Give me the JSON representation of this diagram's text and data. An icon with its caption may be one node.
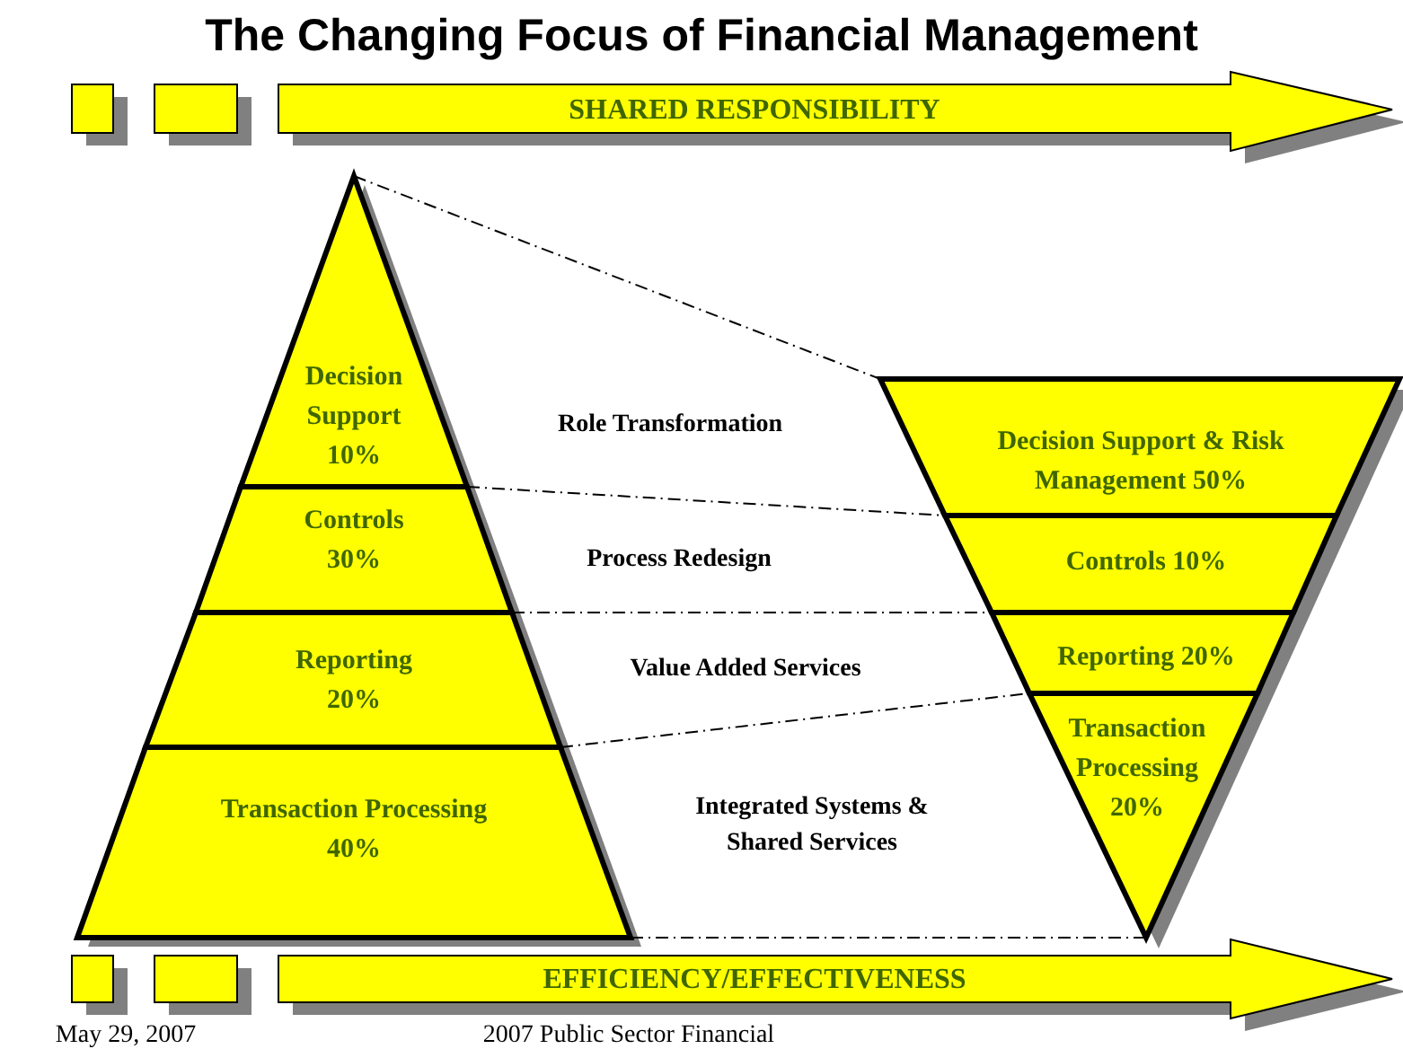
{
  "diagram": {
    "title": "The Changing Focus of Financial Management",
    "nodes": [
      {
        "text": [],
        "shape": "box"
      },
      {
        "text": [],
        "shape": "box"
      },
      {
        "text": [
          "SHARED RESPONSIBILITY"
        ]
      },
      {
        "text": [
          "Decision Support 10%"
        ]
      },
      {
        "text": [
          "Controls 30%"
        ]
      },
      {
        "text": [
          "Reporting 20%"
        ]
      },
      {
        "text": [
          "Transaction Processing 40%"
        ]
      },
      {
        "text": [
          "Decision Support & Risk Management 50%"
        ]
      },
      {
        "text": [
          "Controls 10%"
        ]
      },
      {
        "text": [
          "Reporting 20%"
        ]
      },
      {
        "text": [
          "Transaction Processing 20%"
        ]
      },
      {
        "text": [],
        "shape": "box"
      },
      {
        "text": [],
        "shape": "box"
      },
      {
        "text": [
          "EFFICIENCY/EFFECTIVENESS"
        ]
      }
    ],
    "edges": [
      {
        "from": 3,
        "to": 7,
        "arrow": "none",
        "style": "dashed"
      },
      {
        "from": 4,
        "to": 8,
        "arrow": "none",
        "style": "dashed"
      },
      {
        "from": 5,
        "to": 9,
        "arrow": "none",
        "style": "dashed"
      },
      {
        "from": 6,
        "to": 10,
        "arrow": "none",
        "style": "dashed"
      },
      {
        "from": 6,
        "to": 10,
        "arrow": "none",
        "style": "dashed"
      }
    ],
    "labels": [
      "Role Transformation",
      "Process Redesign",
      "Value Added Services",
      "Integrated Systems & Shared Services",
      "May 29, 2007",
      "2007 Public Sector Financial"
    ]
  }
}
